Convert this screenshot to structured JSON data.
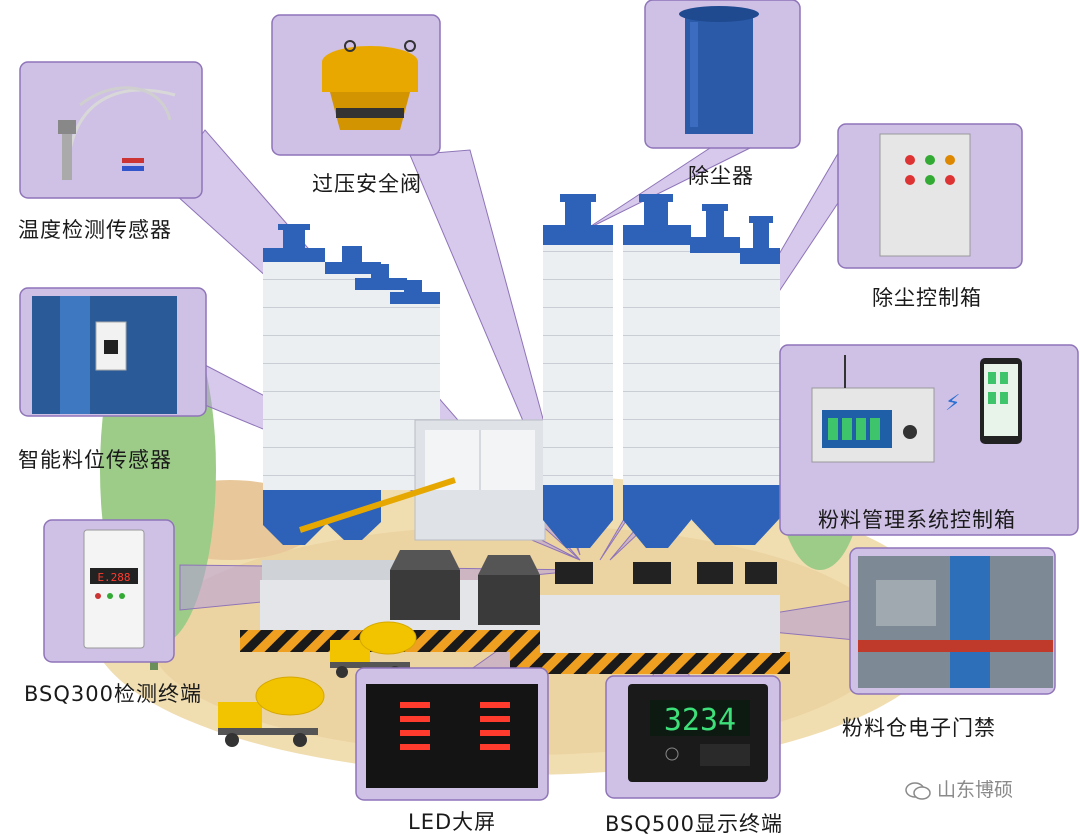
{
  "components": {
    "overpressure_valve": "过压安全阀",
    "dust_collector": "除尘器",
    "temperature_sensor": "温度检测传感器",
    "dust_control_box": "除尘控制箱",
    "level_sensor": "智能料位传感器",
    "powder_control_box": "粉料管理系统控制箱",
    "bsq300": "BSQ300检测终端",
    "warehouse_access": "粉料仓电子门禁",
    "led_screen": "LED大屏",
    "bsq500": "BSQ500显示终端"
  },
  "bsq500_display": "3234",
  "bsq300_display": "E.288",
  "watermark": "山东博硕",
  "colors": {
    "callout_fill": "#cfc0e6",
    "callout_border": "#8e74b8",
    "silo_blue": "#2e62b8",
    "silo_body": "#eef1f4",
    "hazard_orange": "#e07a10",
    "truck_yellow": "#f2c400",
    "tree_green": "#8cc17a",
    "led_red": "#ff3b2e"
  },
  "icons": [
    "overpressure-valve-icon",
    "dust-collector-icon",
    "temperature-sensor-icon",
    "control-box-icon",
    "level-sensor-icon",
    "terminal-device-icon",
    "tablet-icon",
    "phone-icon",
    "access-gate-icon",
    "led-screen-icon",
    "display-terminal-icon",
    "mixer-truck-icon",
    "wechat-icon"
  ]
}
